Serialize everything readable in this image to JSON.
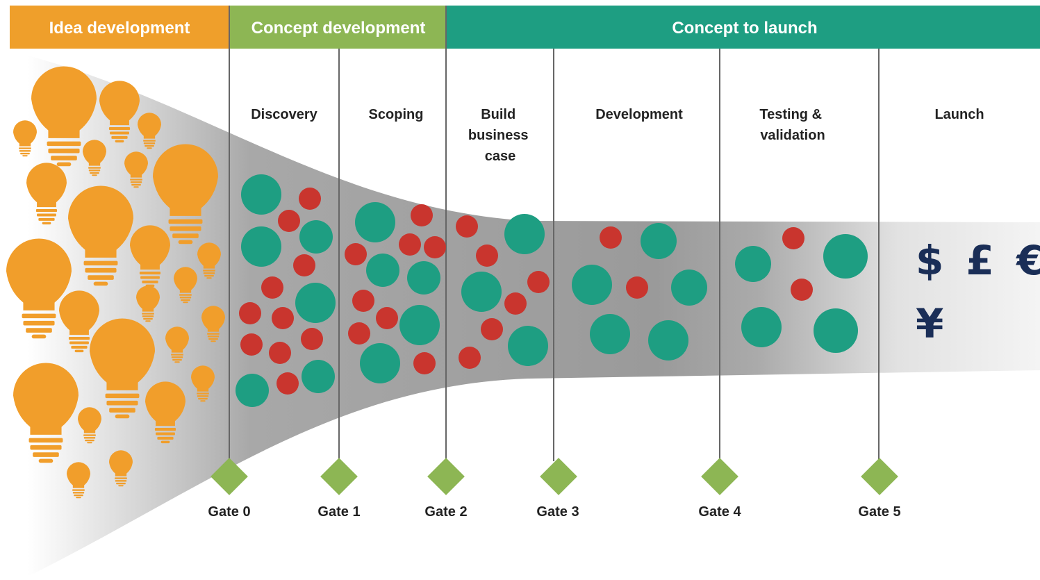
{
  "phases": [
    {
      "label": "Idea development",
      "color": "#EF9F2B"
    },
    {
      "label": "Concept development",
      "color": "#8DB654"
    },
    {
      "label": "Concept to launch",
      "color": "#1E9E82"
    }
  ],
  "stages": [
    {
      "lines": [
        "Discovery"
      ]
    },
    {
      "lines": [
        "Scoping"
      ]
    },
    {
      "lines": [
        "Build",
        "business",
        "case"
      ]
    },
    {
      "lines": [
        "Development"
      ]
    },
    {
      "lines": [
        "Testing &",
        "validation"
      ]
    },
    {
      "lines": [
        "Launch"
      ]
    }
  ],
  "gates": [
    "Gate 0",
    "Gate 1",
    "Gate 2",
    "Gate 3",
    "Gate 4",
    "Gate 5"
  ],
  "currencies": [
    "$ £ €",
    "¥"
  ],
  "colors": {
    "idea_bulb": "#F19E2B",
    "idea_good": "#1E9E82",
    "idea_rejected": "#C9352E",
    "gate_diamond": "#8DB654",
    "currency": "#1A2E57",
    "funnel": "#9A9A9A"
  },
  "icons": [
    "lightbulb-icon",
    "gate-diamond-icon",
    "idea-dot-icon"
  ]
}
